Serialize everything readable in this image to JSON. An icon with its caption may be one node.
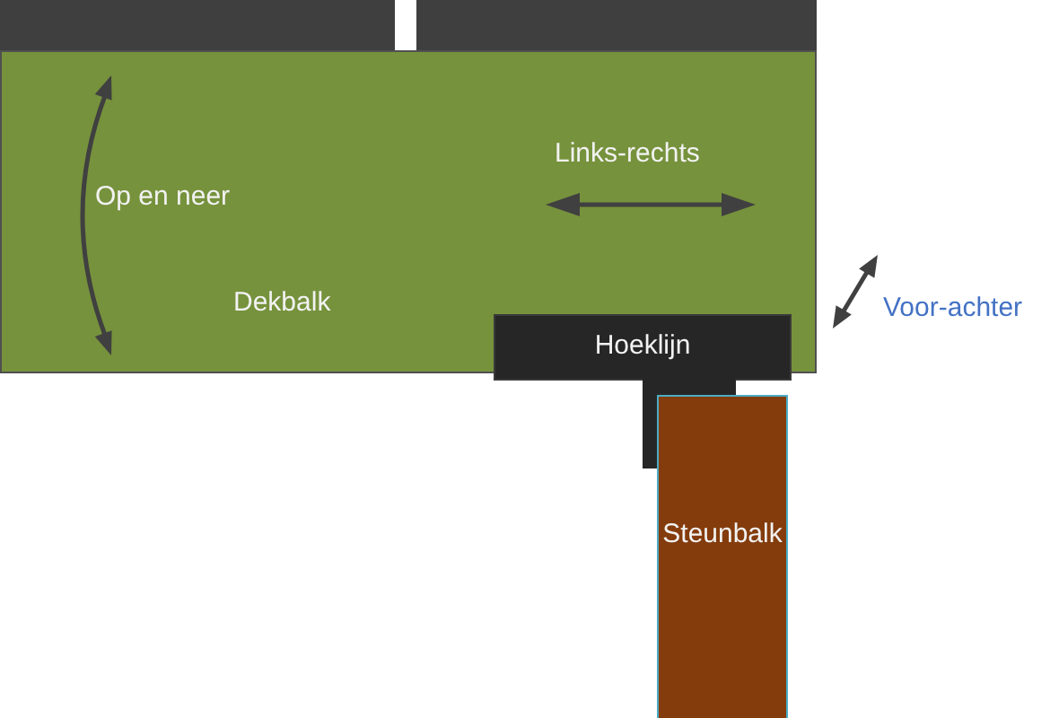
{
  "diagram": {
    "nodes": [
      {
        "text": [],
        "shape": "bar"
      },
      {
        "text": [],
        "shape": "bar"
      },
      {
        "text": [
          "Dekbalk"
        ]
      },
      {
        "text": [
          "Hoeklijn"
        ]
      },
      {
        "text": [],
        "shape": "bar"
      },
      {
        "text": [
          "Steunbalk"
        ]
      }
    ],
    "labels": [
      "Links-rechts",
      "Op en neer",
      "Voor-achter"
    ]
  }
}
